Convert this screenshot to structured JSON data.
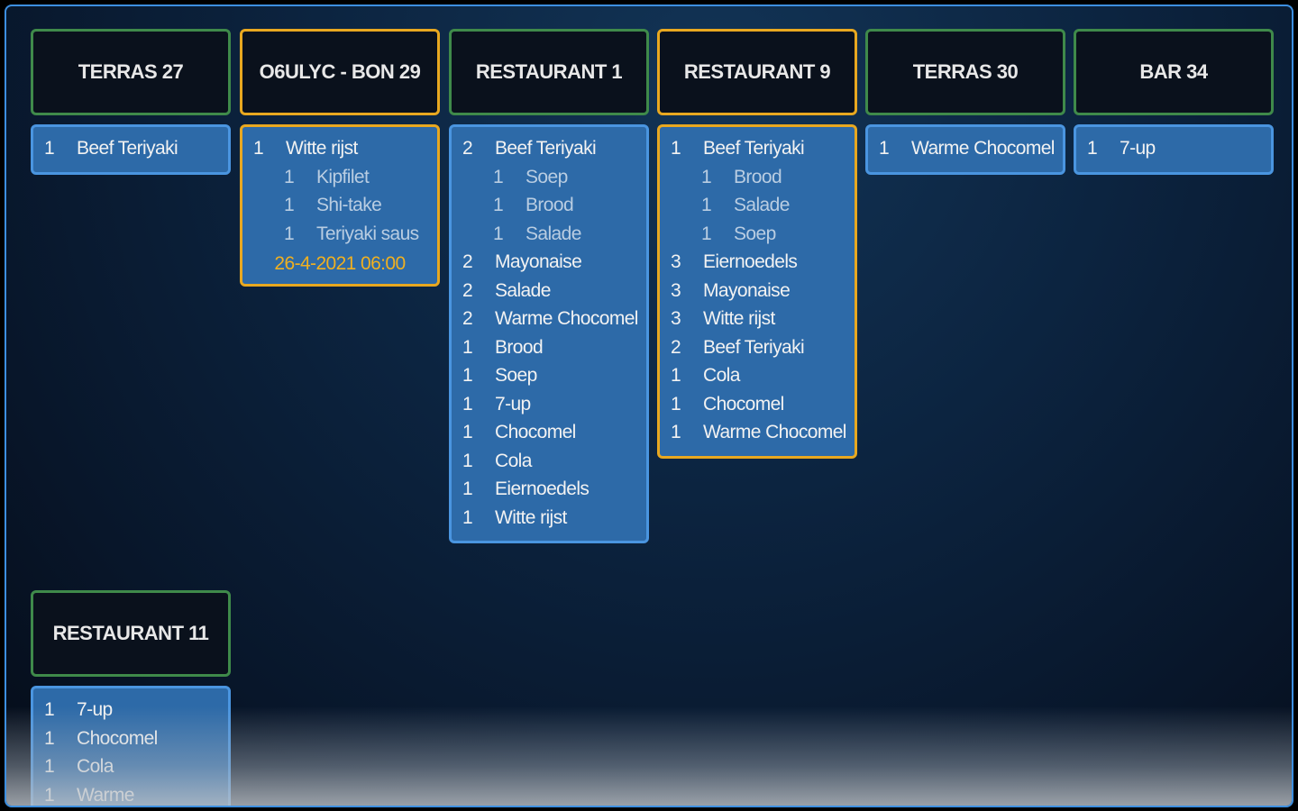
{
  "orders": [
    {
      "title": "TERRAS 27",
      "status": "normal",
      "items": [
        {
          "qty": "1",
          "name": "Beef Teriyaki"
        }
      ]
    },
    {
      "title": "O6ULYC - BON 29",
      "status": "warning",
      "items": [
        {
          "qty": "1",
          "name": "Witte rijst"
        },
        {
          "qty": "1",
          "name": "Kipfilet",
          "sub": true
        },
        {
          "qty": "1",
          "name": "Shi-take",
          "sub": true
        },
        {
          "qty": "1",
          "name": "Teriyaki saus",
          "sub": true
        }
      ],
      "timestamp": "26-4-2021 06:00"
    },
    {
      "title": "RESTAURANT 1",
      "status": "normal",
      "items": [
        {
          "qty": "2",
          "name": "Beef Teriyaki"
        },
        {
          "qty": "1",
          "name": "Soep",
          "sub": true
        },
        {
          "qty": "1",
          "name": "Brood",
          "sub": true
        },
        {
          "qty": "1",
          "name": "Salade",
          "sub": true
        },
        {
          "qty": "2",
          "name": "Mayonaise"
        },
        {
          "qty": "2",
          "name": "Salade"
        },
        {
          "qty": "2",
          "name": "Warme Chocomel"
        },
        {
          "qty": "1",
          "name": "Brood"
        },
        {
          "qty": "1",
          "name": "Soep"
        },
        {
          "qty": "1",
          "name": "7-up"
        },
        {
          "qty": "1",
          "name": "Chocomel"
        },
        {
          "qty": "1",
          "name": "Cola"
        },
        {
          "qty": "1",
          "name": "Eiernoedels"
        },
        {
          "qty": "1",
          "name": "Witte rijst"
        }
      ]
    },
    {
      "title": "RESTAURANT 9",
      "status": "warning",
      "items": [
        {
          "qty": "1",
          "name": "Beef Teriyaki"
        },
        {
          "qty": "1",
          "name": "Brood",
          "sub": true
        },
        {
          "qty": "1",
          "name": "Salade",
          "sub": true
        },
        {
          "qty": "1",
          "name": "Soep",
          "sub": true
        },
        {
          "qty": "3",
          "name": "Eiernoedels"
        },
        {
          "qty": "3",
          "name": "Mayonaise"
        },
        {
          "qty": "3",
          "name": "Witte rijst"
        },
        {
          "qty": "2",
          "name": "Beef Teriyaki"
        },
        {
          "qty": "1",
          "name": "Cola"
        },
        {
          "qty": "1",
          "name": "Chocomel"
        },
        {
          "qty": "1",
          "name": "Warme Chocomel"
        }
      ]
    },
    {
      "title": "TERRAS 30",
      "status": "normal",
      "items": [
        {
          "qty": "1",
          "name": "Warme Chocomel"
        }
      ]
    },
    {
      "title": "BAR 34",
      "status": "normal",
      "items": [
        {
          "qty": "1",
          "name": "7-up"
        }
      ]
    },
    {
      "title": "RESTAURANT 11",
      "status": "normal",
      "items": [
        {
          "qty": "1",
          "name": "7-up"
        },
        {
          "qty": "1",
          "name": "Chocomel"
        },
        {
          "qty": "1",
          "name": "Cola"
        },
        {
          "qty": "1",
          "name": "Warme"
        }
      ]
    }
  ],
  "colors": {
    "normal_border": "#3f8a4a",
    "warning_border": "#e8a820",
    "card_bg": "#2d6aa8",
    "card_border": "#4a95e0",
    "timestamp": "#f0b020"
  }
}
